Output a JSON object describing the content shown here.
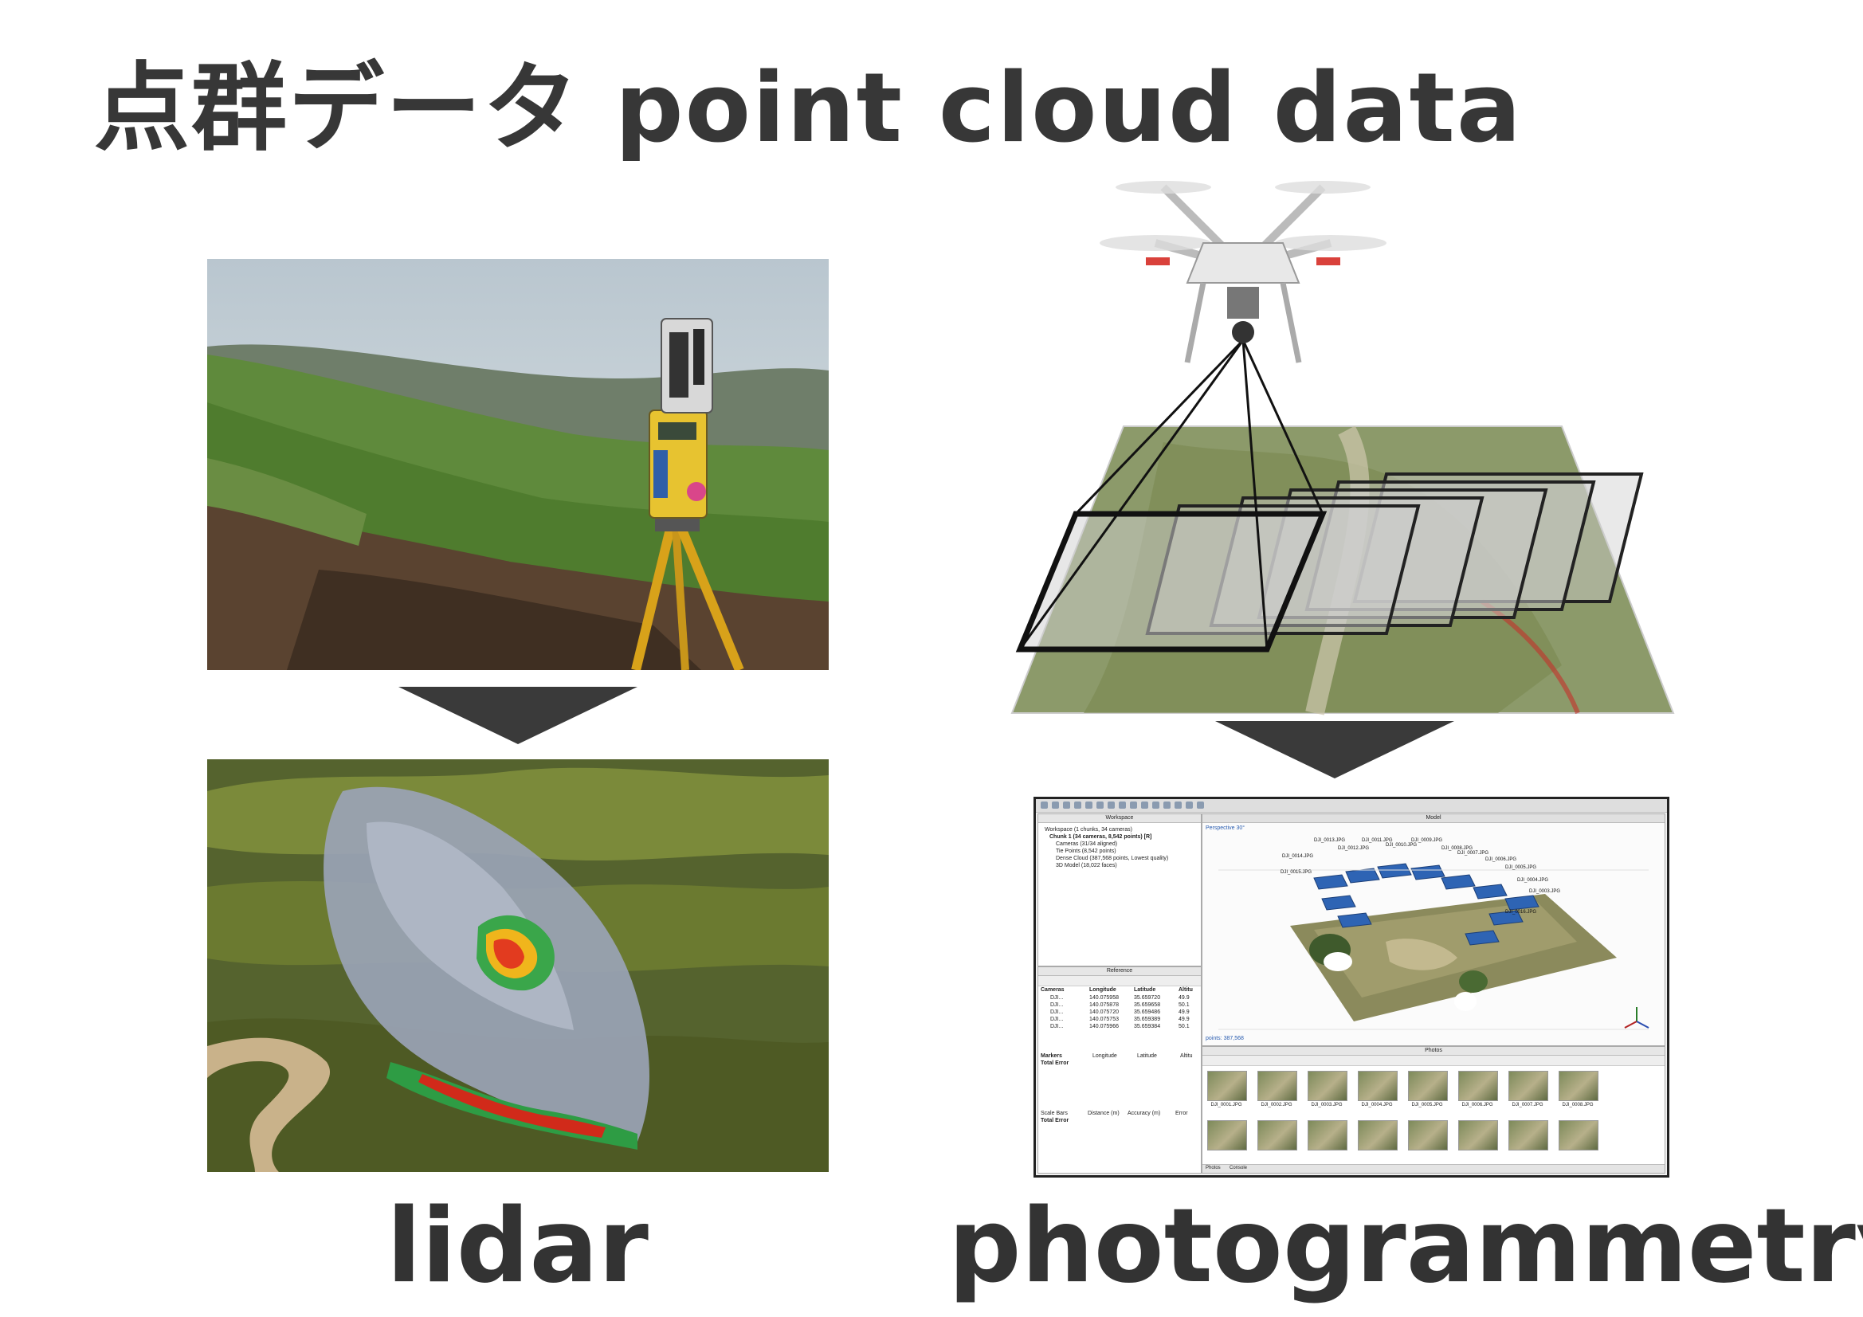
{
  "title": "点群データ point cloud data",
  "lidar": {
    "label": "lidar"
  },
  "photogrammetry": {
    "label": "photogrammetry"
  },
  "software": {
    "workspace_header": "Workspace",
    "model_tab": "Model",
    "perspective": "Perspective 30°",
    "tree": [
      "Workspace (1 chunks, 34 cameras)",
      "Chunk 1 (34 cameras, 8,542 points) [R]",
      "Cameras (31/34 aligned)",
      "Tie Points (8,542 points)",
      "Dense Cloud (387,568 points, Lowest quality)",
      "3D Model (18,022 faces)"
    ],
    "reference_header": "Reference",
    "ref_columns": [
      "Cameras",
      "Longitude",
      "Latitude",
      "Altitu"
    ],
    "ref_rows": [
      [
        "DJI...",
        "140.075958",
        "35.659720",
        "49.9"
      ],
      [
        "DJI...",
        "140.075878",
        "35.659658",
        "50.1"
      ],
      [
        "DJI...",
        "140.075720",
        "35.659486",
        "49.9"
      ],
      [
        "DJI...",
        "140.075753",
        "35.659389",
        "49.9"
      ],
      [
        "DJI...",
        "140.075966",
        "35.659384",
        "50.1"
      ]
    ],
    "markers_columns": [
      "Markers",
      "Longitude",
      "Latitude",
      "Altitu"
    ],
    "total_error": "Total Error",
    "scale_columns": [
      "Scale Bars",
      "Distance (m)",
      "Accuracy (m)",
      "Error"
    ],
    "points_status": "points: 387,568",
    "photos_header": "Photos",
    "photo_labels": [
      "DJI_0001.JPG",
      "DJI_0002.JPG",
      "DJI_0003.JPG",
      "DJI_0004.JPG",
      "DJI_0005.JPG",
      "DJI_0006.JPG",
      "DJI_0007.JPG",
      "DJI_0008.JPG"
    ],
    "camera_labels": [
      "DJI_0013.JPG",
      "DJI_0014.JPG",
      "DJI_0012.JPG",
      "DJI_0011.JPG",
      "DJI_0010.JPG",
      "DJI_0009.JPG",
      "DJI_0008.JPG",
      "DJI_0007.JPG",
      "DJI_0006.JPG",
      "DJI_0005.JPG",
      "DJI_0004.JPG",
      "DJI_0003.JPG",
      "DJI_0015.JPG",
      "DJI_0016.JPG"
    ],
    "bottom_tabs": [
      "Photos",
      "Console"
    ]
  }
}
